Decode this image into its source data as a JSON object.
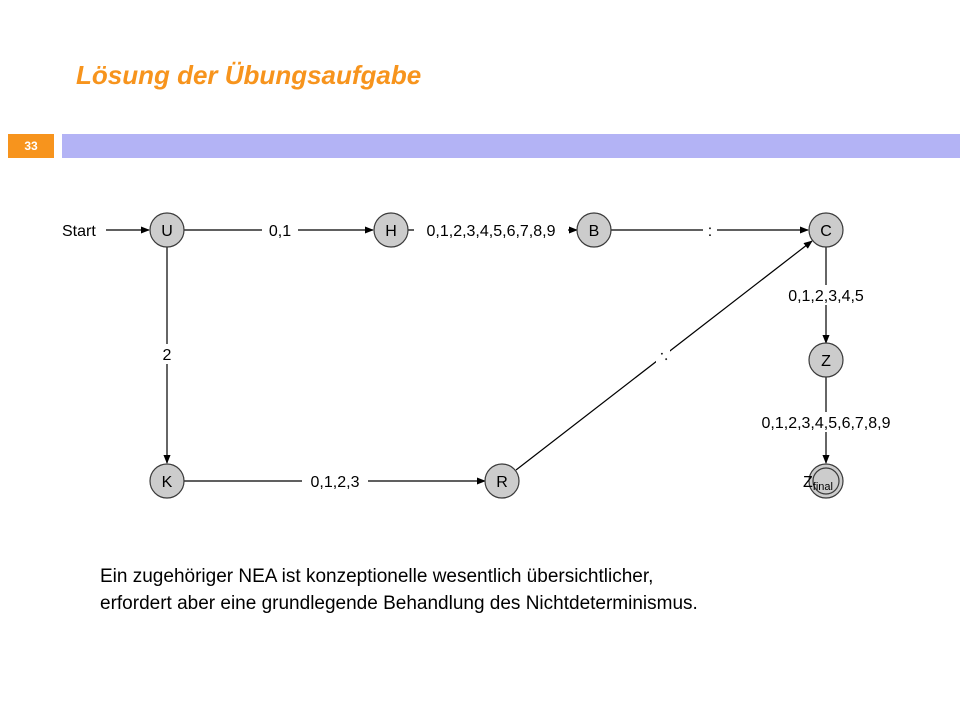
{
  "slide": {
    "title": "Lösung der Übungsaufgabe",
    "page_number": "33",
    "accent_color": "#f7941d",
    "bar_color": "#b3b3f5"
  },
  "diagram": {
    "start_label": "Start",
    "nodes": [
      {
        "id": "U",
        "label": "U"
      },
      {
        "id": "H",
        "label": "H"
      },
      {
        "id": "B",
        "label": "B"
      },
      {
        "id": "C",
        "label": "C"
      },
      {
        "id": "Z",
        "label": "Z"
      },
      {
        "id": "Zfinal",
        "label": "Z",
        "subscript": "final",
        "accepting": true
      },
      {
        "id": "K",
        "label": "K"
      },
      {
        "id": "R",
        "label": "R"
      }
    ],
    "edges": [
      {
        "from": "U",
        "to": "H",
        "label": "0,1"
      },
      {
        "from": "H",
        "to": "B",
        "label": "0,1,2,3,4,5,6,7,8,9"
      },
      {
        "from": "B",
        "to": "C",
        "label": ":"
      },
      {
        "from": "C",
        "to": "Z",
        "label": "0,1,2,3,4,5"
      },
      {
        "from": "Z",
        "to": "Zfinal",
        "label": "0,1,2,3,4,5,6,7,8,9"
      },
      {
        "from": "U",
        "to": "K",
        "label": "2"
      },
      {
        "from": "K",
        "to": "R",
        "label": "0,1,2,3"
      },
      {
        "from": "R",
        "to": "C",
        "label": ":"
      }
    ]
  },
  "caption": {
    "line1": "Ein zugehöriger NEA ist konzeptionelle wesentlich übersichtlicher,",
    "line2": "erfordert aber eine grundlegende Behandlung des Nichtdeterminismus."
  }
}
